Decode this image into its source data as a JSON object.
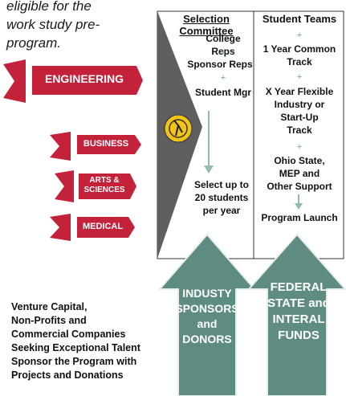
{
  "intro_lines": [
    "eligible for the",
    "work study pre-",
    "program."
  ],
  "ribbons": {
    "engineering": "ENGINEERING",
    "business": "BUSINESS",
    "arts_line1": "ARTS &",
    "arts_line2": "SCIENCES",
    "medical": "MEDICAL"
  },
  "selection": {
    "title": "Selection Committee",
    "items": [
      "College Reps",
      "Sponsor Reps",
      "Student Mgr"
    ],
    "plus": "+",
    "note_lines": [
      "Select up to",
      "20 students",
      "per year"
    ]
  },
  "teams": {
    "title": "Student Teams",
    "plus": "+",
    "item1_lines": [
      "1 Year Common",
      "Track"
    ],
    "item2_lines": [
      "X Year Flexible",
      "Industry or",
      "Start-Up",
      "Track"
    ],
    "item3_lines": [
      "Ohio State,",
      "MEP and",
      "Other Support"
    ],
    "launch": "Program Launch"
  },
  "arrows": {
    "industry_lines": [
      "INDUSTY",
      "SPONSORS",
      "and",
      "DONORS"
    ],
    "federal_lines": [
      "FEDERAL",
      "STATE and",
      "INTERAL",
      "FUNDS"
    ]
  },
  "bottom_lines": [
    "Venture Capital,",
    "Non-Profits and",
    "Commercial Companies",
    "Seeking Exceptional Talent",
    "Sponsor the Program with",
    "Projects and Donations"
  ],
  "colors": {
    "ribbon_red": "#c4223b",
    "funnel_gray": "#5f5f5f",
    "arrow_teal": "#5e8c82",
    "arrow_line": "#8fbcae",
    "logo_gold": "#f2c318"
  }
}
